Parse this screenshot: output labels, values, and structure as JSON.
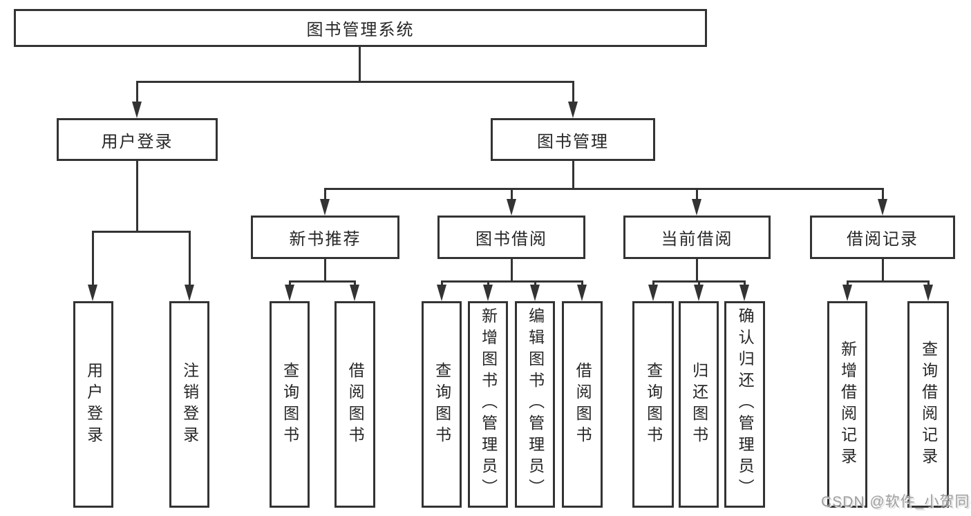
{
  "diagram": {
    "title": "图书管理系统",
    "level2": [
      {
        "label": "用户登录"
      },
      {
        "label": "图书管理"
      }
    ],
    "level3": [
      {
        "label": "新书推荐"
      },
      {
        "label": "图书借阅"
      },
      {
        "label": "当前借阅"
      },
      {
        "label": "借阅记录"
      }
    ],
    "leaves": [
      {
        "label": "用户登录"
      },
      {
        "label": "注销登录"
      },
      {
        "label": "查询图书"
      },
      {
        "label": "借阅图书"
      },
      {
        "label": "查询图书"
      },
      {
        "label": "新增图书（管理员）"
      },
      {
        "label": "编辑图书（管理员）"
      },
      {
        "label": "借阅图书"
      },
      {
        "label": "查询图书"
      },
      {
        "label": "归还图书"
      },
      {
        "label": "确认归还（管理员）"
      },
      {
        "label": "新增借阅记录"
      },
      {
        "label": "查询借阅记录"
      }
    ]
  },
  "watermark": {
    "text": "CSDN @软件_小贺同学"
  },
  "colors": {
    "line": "#333333",
    "text": "#262626",
    "background": "#ffffff",
    "watermark": "#9f9f9f"
  }
}
